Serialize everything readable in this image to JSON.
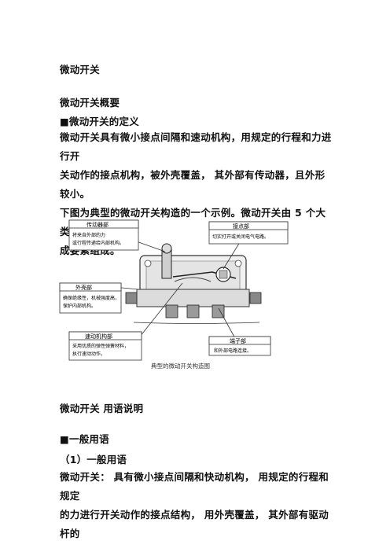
{
  "doc": {
    "title": "微动开关",
    "overview_heading": "微动开关概要",
    "definition_heading": "■微动开关的定义",
    "definition_lines": [
      "微动开关具有微小接点间隔和速动机构，用规定的行程和力进行开",
      "关动作的接点机构，被外壳覆盖， 其外部有传动器，且外形较小。",
      "下图为典型的微动开关构造的一个示例。微动开关由 5 个大类的构",
      "成要素组成。"
    ],
    "terms_heading": "微动开关 用语说明",
    "general_heading": "■一般用语",
    "general_sub": "（1）一般用语",
    "term_lines": [
      "微动开关：  具有微小接点间隔和快动机构，  用规定的行程和规定",
      "的力进行开关动作的接点结构，  用外壳覆盖，  其外部有驱动杆的"
    ]
  },
  "figure": {
    "caption": "典型的微动开关构造图",
    "labels": {
      "actuator_title": "传动器部",
      "actuator_desc": [
        "将来自外部的力",
        "或行程传递给内部机构。"
      ],
      "contact_title": "接点部",
      "contact_desc": [
        "切实打开或关闭电气电路。"
      ],
      "case_title": "外壳部",
      "case_desc": [
        "确保绝缘性，机械强度高，",
        "保护内部机构。"
      ],
      "mechanism_title": "速动机构部",
      "mechanism_desc": [
        "采用优质的弹性弹簧材料，",
        "执行速动动作。"
      ],
      "terminal_title": "端子部",
      "terminal_desc": [
        "和外部电路连接。"
      ]
    }
  }
}
